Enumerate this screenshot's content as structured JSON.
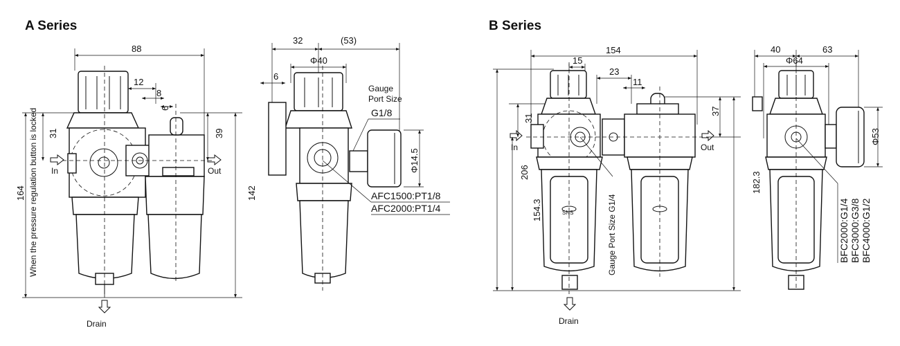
{
  "a_series": {
    "title": "A Series",
    "dims": {
      "width": "88",
      "d12": "12",
      "d8": "8",
      "d6": "6",
      "d31": "31",
      "d39": "39",
      "d164": "164",
      "d142": "142"
    },
    "lock_note": "When the pressure regulation button is locked",
    "in_label": "In",
    "out_label": "Out",
    "drain_label": "Drain",
    "side": {
      "d32": "32",
      "d53": "(53)",
      "d6": "6",
      "dia40": "Φ40",
      "gauge_line1": "Gauge",
      "gauge_line2": "Port Size",
      "gauge_size": "G1/8",
      "dia14_5": "Φ14.5",
      "afc1500": "AFC1500:PT1/8",
      "afc2000": "AFC2000:PT1/4"
    }
  },
  "b_series": {
    "title": "B Series",
    "dims": {
      "width": "154",
      "d15": "15",
      "d23": "23",
      "d11": "11",
      "d31": "31",
      "d37": "37",
      "d206": "206",
      "d154_3": "154.3",
      "d182_3": "182.3"
    },
    "in_label": "In",
    "out_label": "Out",
    "drain_label": "Drain",
    "gauge_port": "Gauge Port Size G1/4",
    "badge": "SNS",
    "side": {
      "d40": "40",
      "d63": "63",
      "dia64": "Φ64",
      "dia53": "Φ53",
      "bfc2000": "BFC2000:G1/4",
      "bfc3000": "BFC3000:G3/8",
      "bfc4000": "BFC4000:G1/2"
    }
  }
}
